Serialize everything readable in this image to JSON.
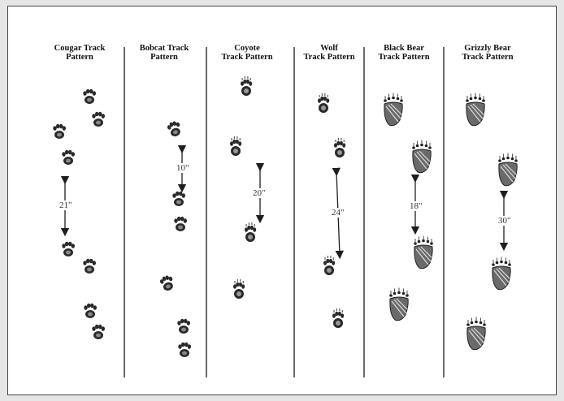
{
  "columns": [
    {
      "title": "Cougar Track\nPattern",
      "icon": "paw-print-icon",
      "distance": "21\""
    },
    {
      "title": "Bobcat Track\nPattern",
      "icon": "paw-print-icon",
      "distance": "10\""
    },
    {
      "title": "Coyote\nTrack Pattern",
      "icon": "paw-print-icon",
      "distance": "20\""
    },
    {
      "title": "Wolf\nTrack Pattern",
      "icon": "paw-print-icon",
      "distance": "24\""
    },
    {
      "title": "Black Bear\nTrack Pattern",
      "icon": "bear-print-icon",
      "distance": "18\""
    },
    {
      "title": "Grizzly Bear\nTrack Pattern",
      "icon": "bear-print-icon",
      "distance": "30\""
    }
  ],
  "colors": {
    "ink": "#1e1e1e",
    "divider": "#6a6a6a",
    "frame": "#444444"
  }
}
